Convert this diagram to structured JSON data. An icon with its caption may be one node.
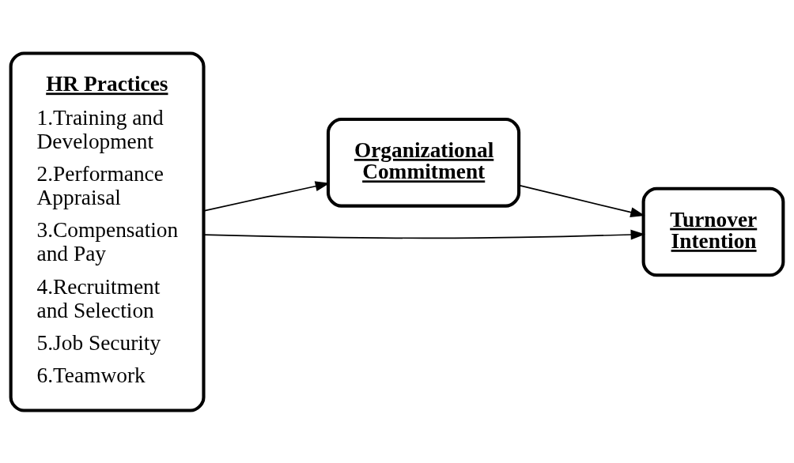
{
  "diagram": {
    "nodes": [
      {
        "text": [
          "HR Practices",
          "1.Training and Development",
          "2.Performance Appraisal",
          "3.Compensation and Pay",
          "4.Recruitment and Selection",
          "5.Job Security",
          "6.Teamwork"
        ]
      },
      {
        "text": [
          "Organizational Commitment"
        ]
      },
      {
        "text": [
          "Turnover Intention"
        ]
      }
    ],
    "edges": [
      {
        "from": 0,
        "to": 1,
        "arrow": "to"
      },
      {
        "from": 1,
        "to": 2,
        "arrow": "to"
      },
      {
        "from": 0,
        "to": 2,
        "arrow": "to"
      }
    ]
  }
}
